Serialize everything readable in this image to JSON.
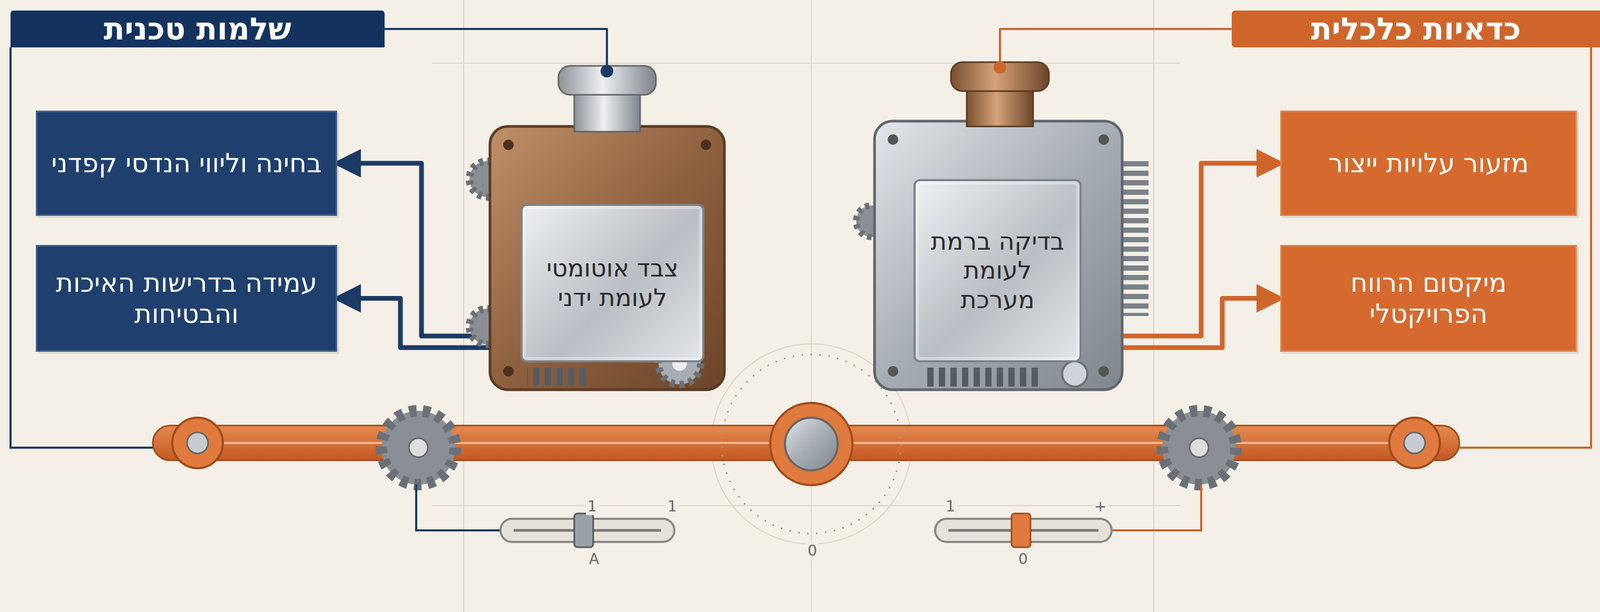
{
  "diagram": {
    "nodes": [
      {
        "text": [
          "שלמות טכנית"
        ]
      },
      {
        "text": [
          "בחינה וליווי הנדסי קפדני"
        ],
        "in": 0
      },
      {
        "text": [
          "עמידה בדרישות האיכות והבטיחות"
        ],
        "in": 0
      },
      {
        "text": [
          "צבד אוטומטי לעומת ידני"
        ]
      },
      {
        "text": [
          "בדיקה ברמת לעומת מערכת"
        ]
      },
      {
        "text": [
          "כדאיות כלכלית"
        ]
      },
      {
        "text": [
          "מזעור עלויות ייצור"
        ],
        "in": 5
      },
      {
        "text": [
          "מיקסום הרווח הפרויקטלי"
        ],
        "in": 5
      }
    ],
    "edges": [
      {
        "from": 0,
        "to": 3,
        "arrow": "none"
      },
      {
        "from": 3,
        "to": 1,
        "arrow": "to"
      },
      {
        "from": 3,
        "to": 2,
        "arrow": "to"
      },
      {
        "from": 5,
        "to": 4,
        "arrow": "none"
      },
      {
        "from": 4,
        "to": 6,
        "arrow": "to"
      },
      {
        "from": 4,
        "to": 7,
        "arrow": "to"
      }
    ],
    "labels": [
      "1",
      "1",
      "A",
      "0",
      "1",
      "+",
      "0"
    ]
  }
}
